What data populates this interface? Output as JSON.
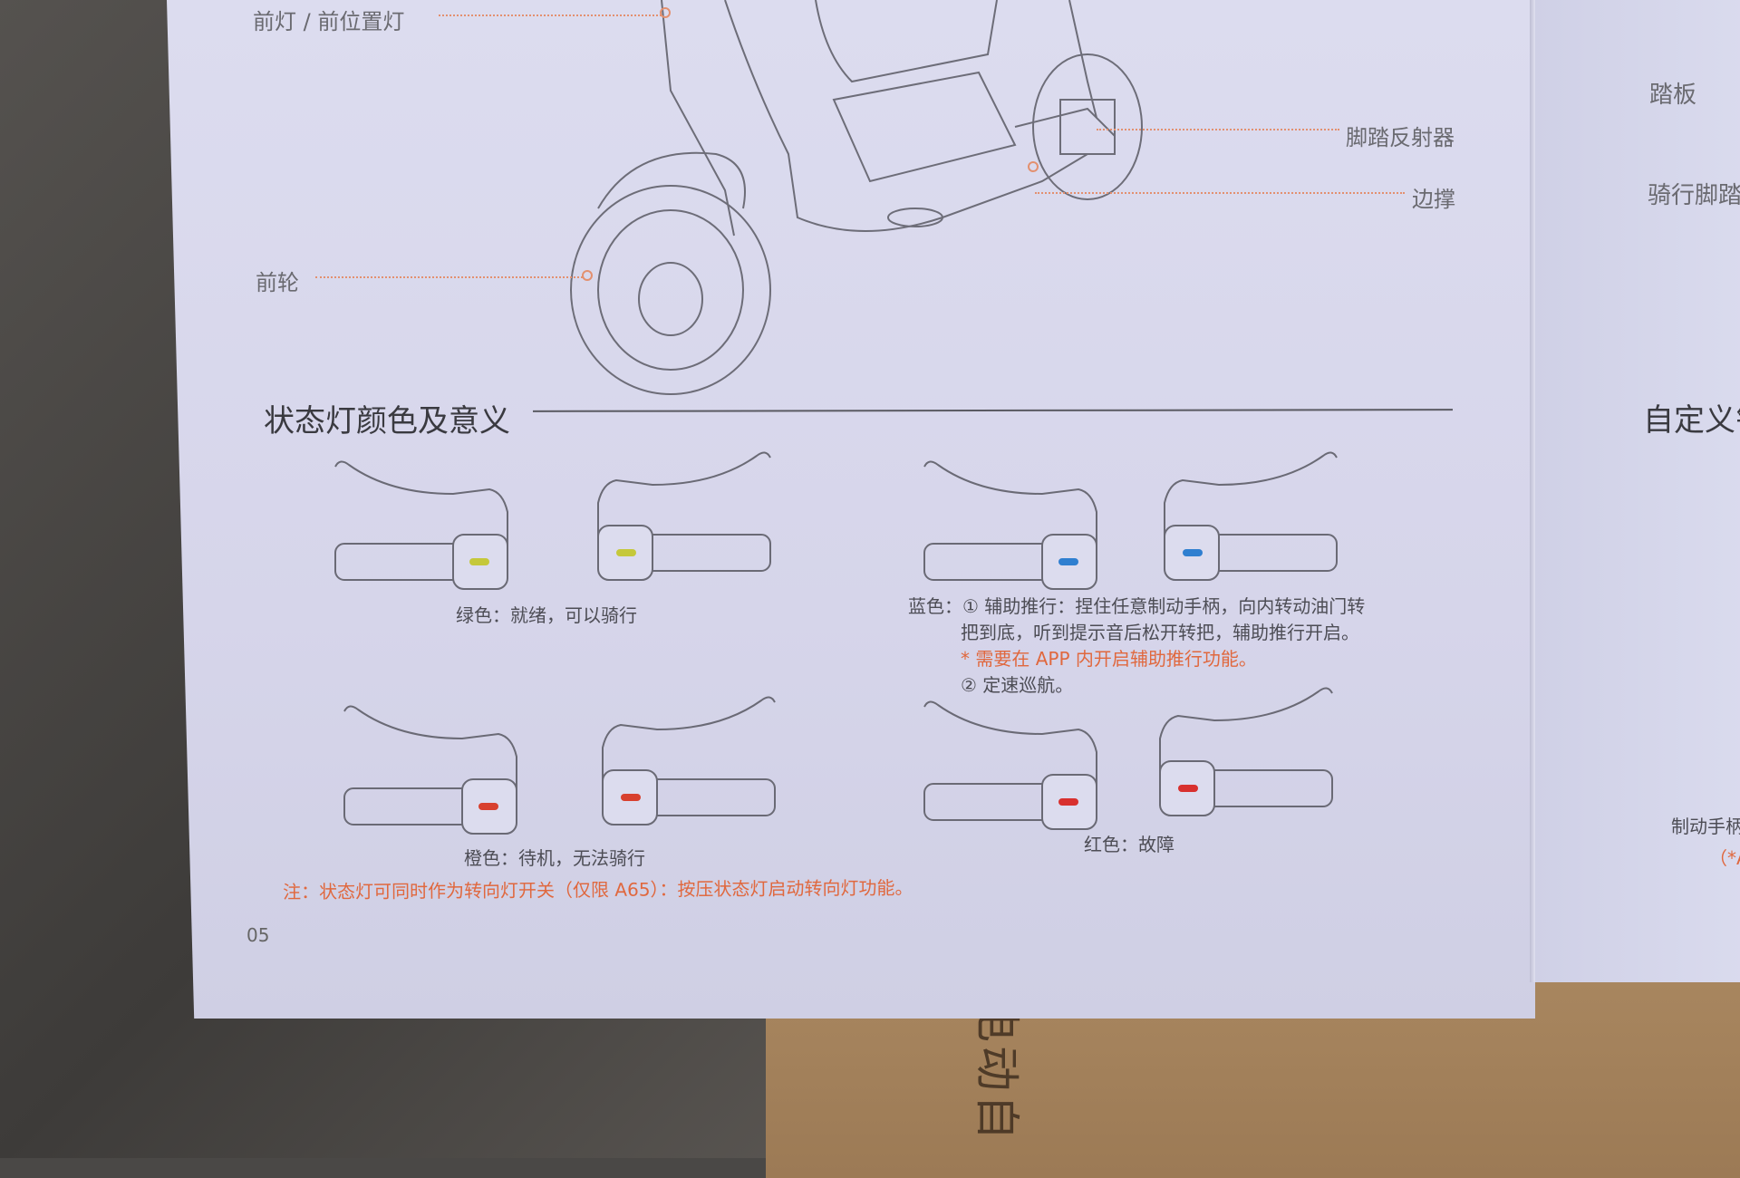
{
  "diagram_labels": {
    "headlight": "前灯 / 前位置灯",
    "front_wheel": "前轮",
    "pedal_reflector": "脚踏反射器",
    "kickstand": "边撑"
  },
  "section": {
    "title": "状态灯颜色及意义"
  },
  "states": {
    "green": {
      "caption": "绿色：就绪，可以骑行",
      "color": "#c5c83a"
    },
    "blue": {
      "prefix": "蓝色：",
      "line1": "① 辅助推行：捏住任意制动手柄，向内转动油门转",
      "line2": "把到底，听到提示音后松开转把，辅助推行开启。",
      "note": "* 需要在 APP 内开启辅助推行功能。",
      "line3": "② 定速巡航。",
      "color": "#2f7fd0"
    },
    "orange": {
      "caption": "橙色：待机，无法骑行",
      "color": "#d8402e"
    },
    "red": {
      "caption": "红色：故障",
      "color": "#d8302e"
    }
  },
  "note": "注：状态灯可同时作为转向灯开关（仅限 A65）：按压状态灯启动转向灯功能。",
  "page_number": "05",
  "right_page": {
    "pedal": "踏板",
    "riding_pedal": "骑行脚踏",
    "custom_title": "自定义钅",
    "brake_handle": "制动手柄",
    "note_partial": "（*A"
  },
  "cardboard_text": "电动自"
}
